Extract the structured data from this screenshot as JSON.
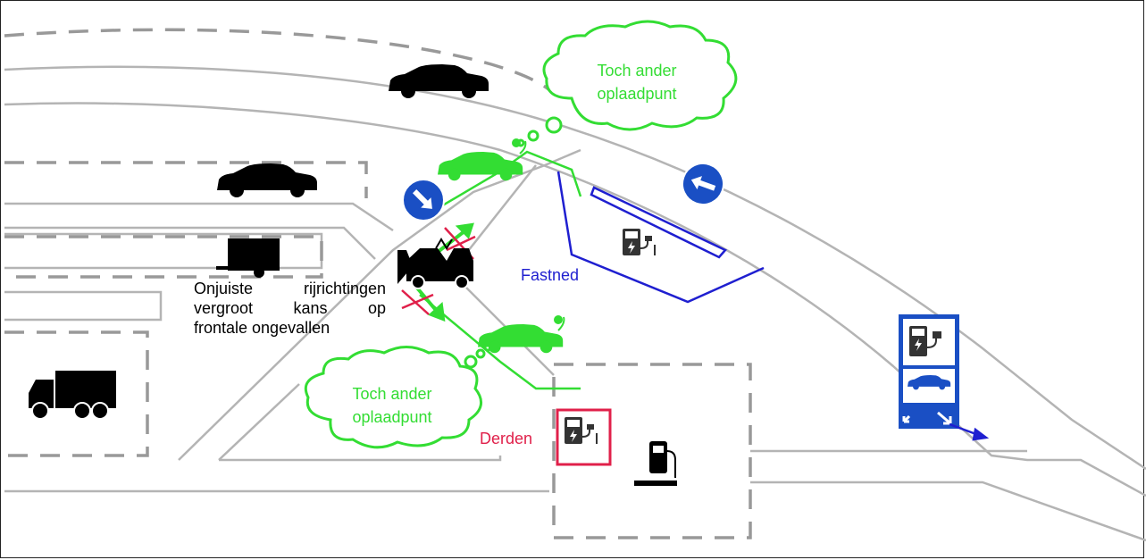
{
  "cloud_top": {
    "line1": "Toch ander",
    "line2": "oplaadpunt"
  },
  "cloud_bottom": {
    "line1": "Toch ander",
    "line2": "oplaadpunt"
  },
  "operators": {
    "fastned": "Fastned",
    "third_party": "Derden"
  },
  "warning": {
    "line1": "Onjuiste rijrichtingen",
    "line2": "vergroot kans op",
    "line3": "frontale ongevallen"
  },
  "colors": {
    "road": "#b4b4b4",
    "dashed": "#999999",
    "green": "#33dd33",
    "fastned_blue": "#1f1fd0",
    "derden_red": "#e0204a",
    "sign_blue": "#1a4fc4"
  },
  "icons": [
    "car-icon",
    "trailer-icon",
    "truck-icon",
    "crashed-cars-icon",
    "charger-icon",
    "fuel-pump-icon",
    "direction-sign-icon",
    "ev-charging-sign-icon"
  ]
}
